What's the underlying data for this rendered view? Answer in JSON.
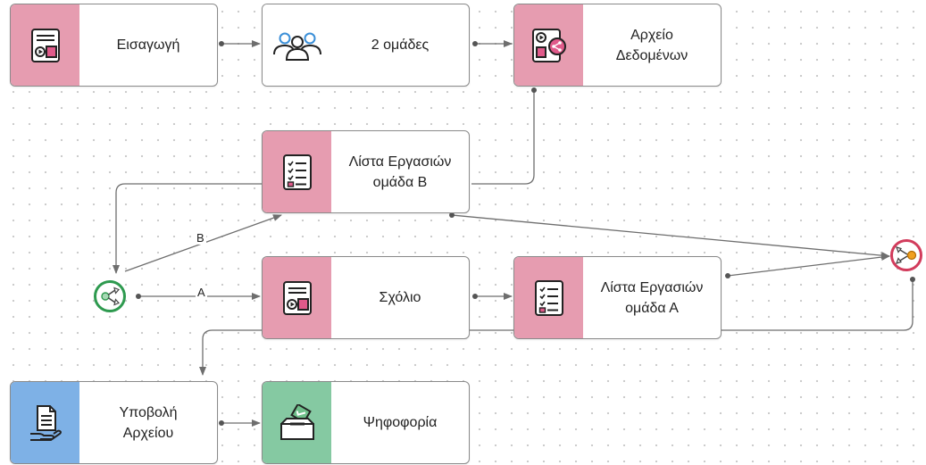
{
  "nodes": {
    "eisagogi": {
      "label": "Εισαγωγή",
      "icon": "video-presentation-icon"
    },
    "omades": {
      "label": "2 ομάδες",
      "icon": "groups-icon"
    },
    "arxeio": {
      "label": "Αρχείο\nΔεδομένων",
      "icon": "shared-media-file-icon"
    },
    "lista_b": {
      "label": "Λίστα Εργασιών\nομάδα Β",
      "icon": "checklist-icon"
    },
    "sxolio": {
      "label": "Σχόλιο",
      "icon": "video-presentation-icon"
    },
    "lista_a": {
      "label": "Λίστα Εργασιών\nομάδα Α",
      "icon": "checklist-icon"
    },
    "ypovoli": {
      "label": "Υποβολή\nΑρχείου",
      "icon": "document-in-hand-icon"
    },
    "psifoforia": {
      "label": "Ψηφοφορία",
      "icon": "ballot-box-icon"
    }
  },
  "edge_labels": {
    "b": "B",
    "a": "A"
  },
  "colors": {
    "pink": "#e69cb0",
    "blue": "#7eb1e6",
    "green": "#85c9a2",
    "split_gate": "#2e9a4f",
    "merge_gate": "#d23c5c",
    "merge_out": "#f0a020",
    "edge": "#6e6e6e"
  }
}
